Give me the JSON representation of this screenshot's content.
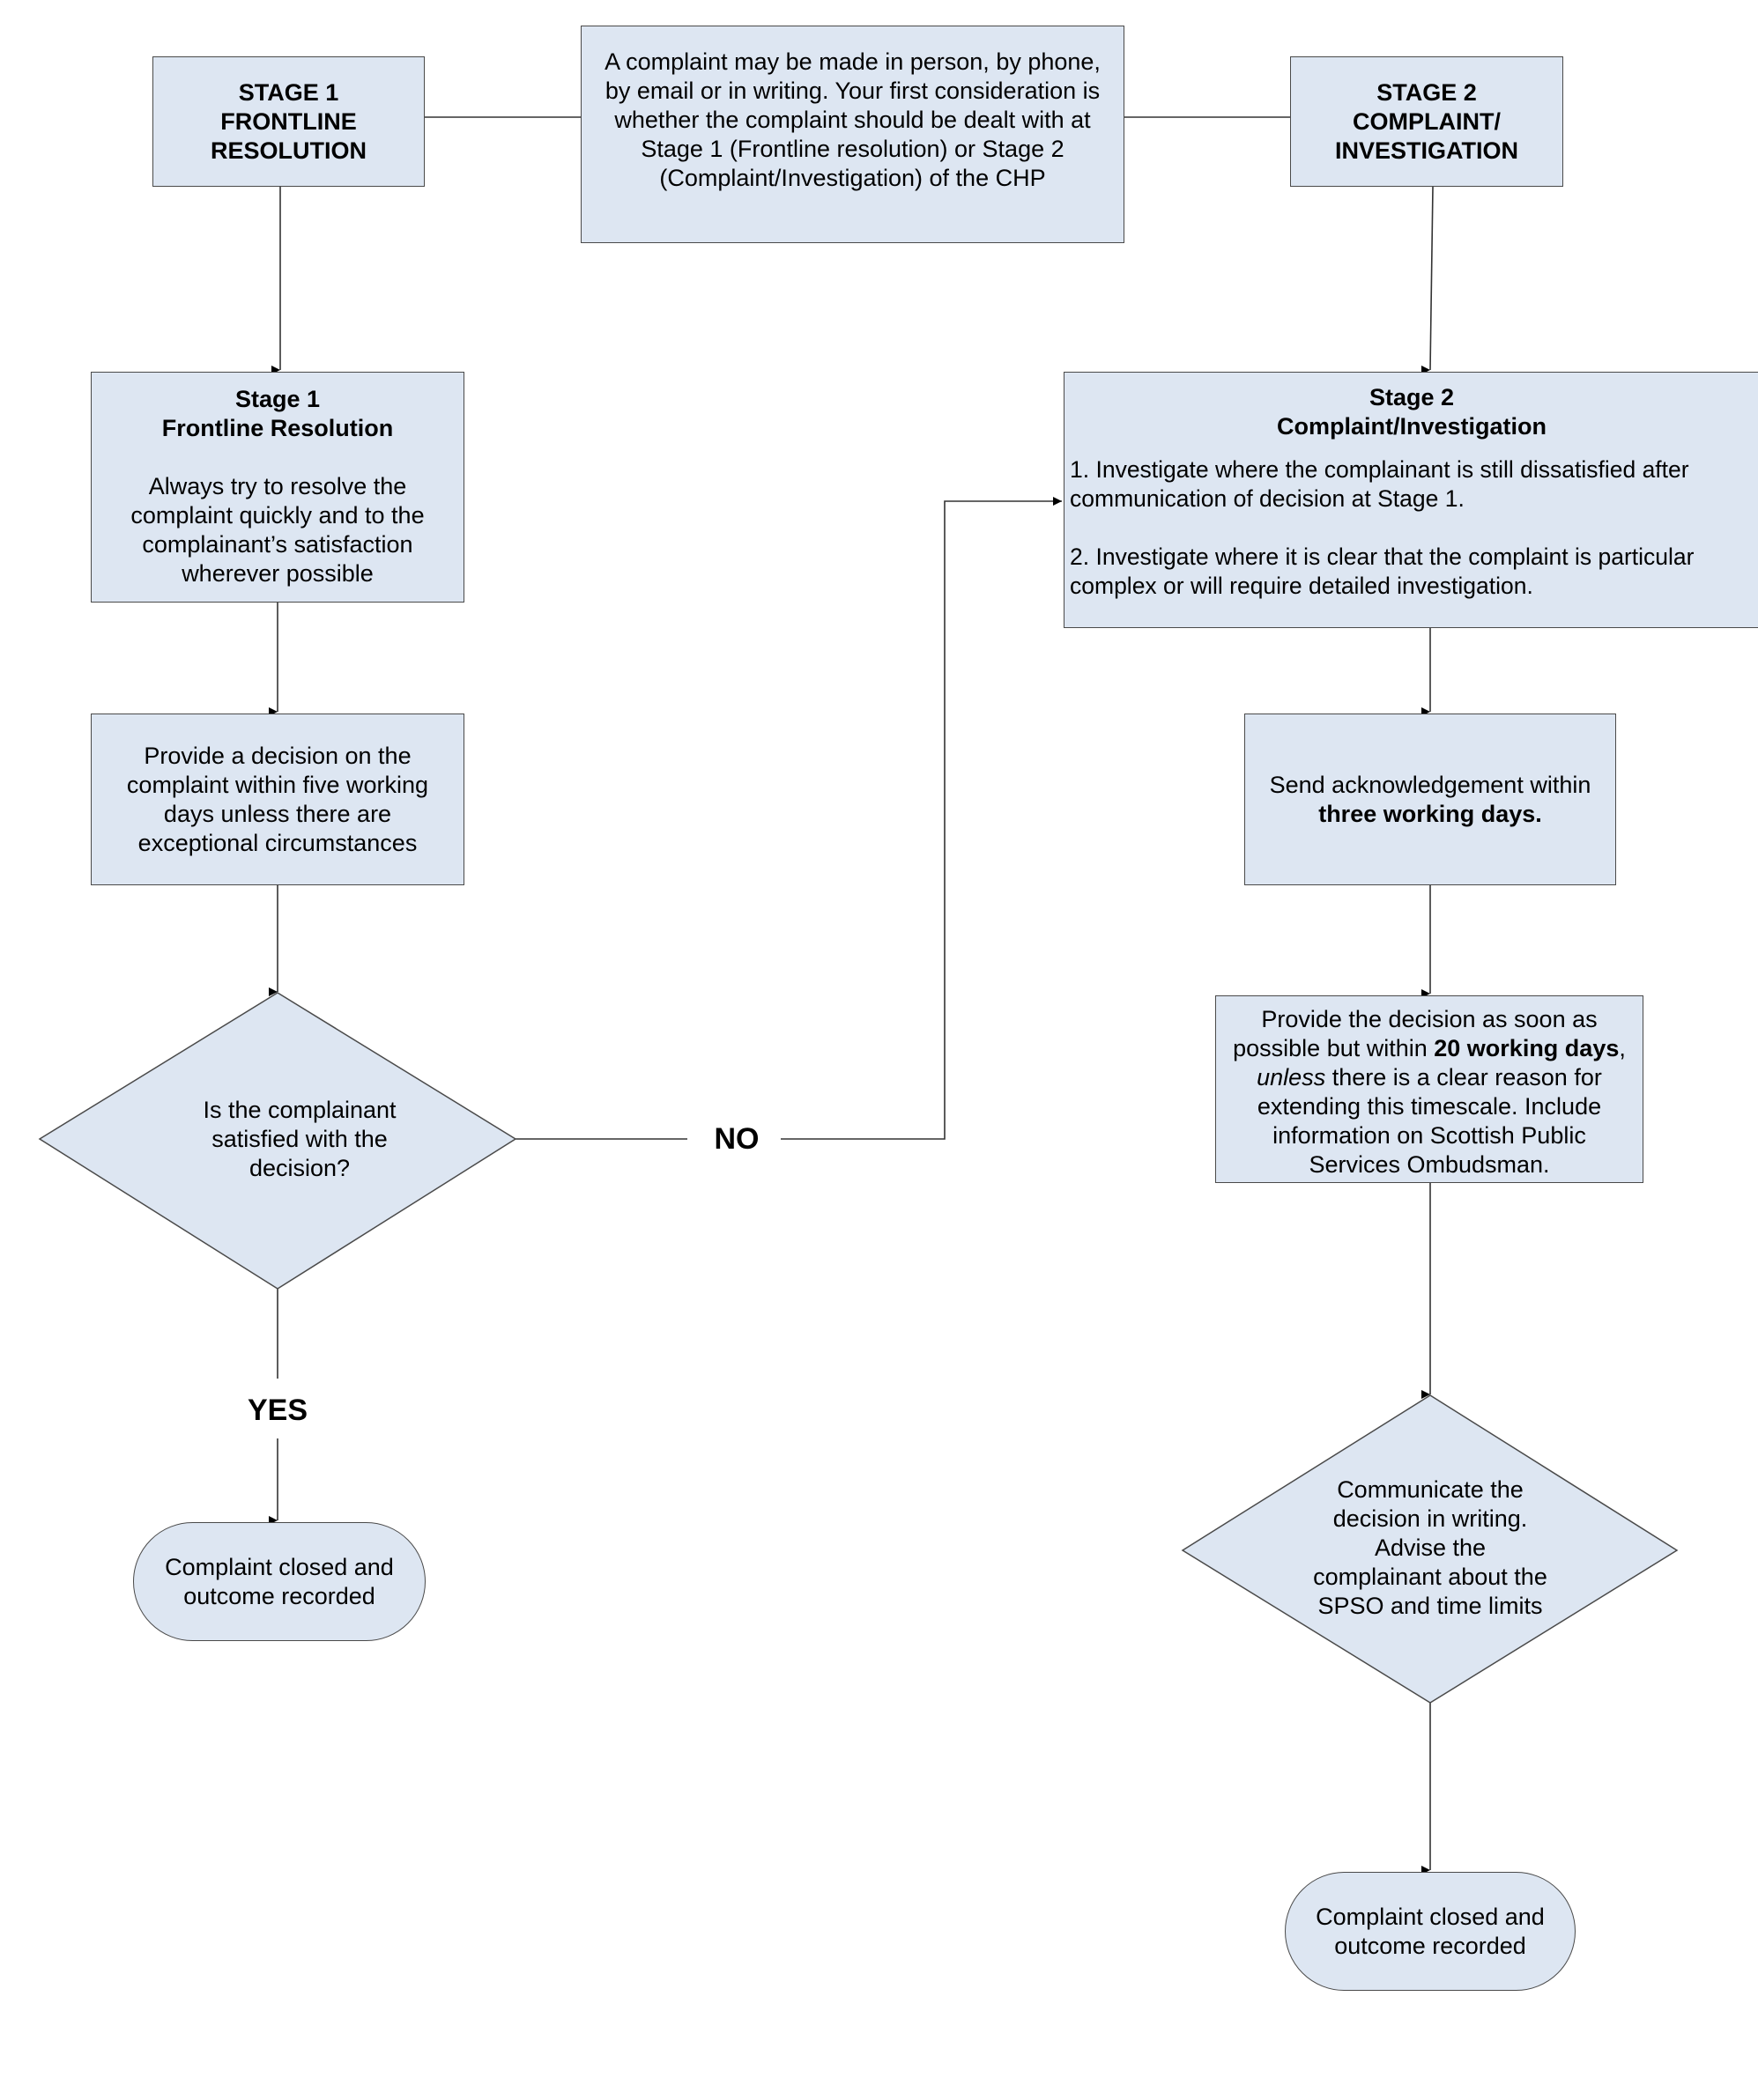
{
  "stage1_header": {
    "line1": "STAGE 1",
    "line2": "FRONTLINE",
    "line3": "RESOLUTION"
  },
  "intro": {
    "text": "A complaint may be made in person, by phone, by email or in writing. Your first consideration is whether the complaint should be dealt with at Stage 1 (Frontline resolution) or Stage 2 (Complaint/Investigation) of the CHP"
  },
  "stage2_header": {
    "line1": "STAGE 2",
    "line2": "COMPLAINT/",
    "line3": "INVESTIGATION"
  },
  "stage1_box": {
    "title1": "Stage 1",
    "title2": "Frontline Resolution",
    "body": "Always try to resolve the complaint quickly and to the complainant’s satisfaction wherever possible"
  },
  "stage1_decision": {
    "text": "Provide a decision on the complaint within five working days unless there are exceptional circumstances"
  },
  "satisfied_question": {
    "text": "Is the complainant satisfied with the decision?"
  },
  "labels": {
    "no": "NO",
    "yes": "YES"
  },
  "stage1_closed": {
    "text": "Complaint closed and outcome recorded"
  },
  "stage2_box": {
    "title1": "Stage 2",
    "title2": "Complaint/Investigation",
    "point1": "1. Investigate where the complainant is still dissatisfied after communication of decision at Stage 1.",
    "point2": "2. Investigate where it is clear that the complaint is particular complex or will require detailed investigation."
  },
  "acknowledge": {
    "text": "Send acknowledgement within",
    "bold": "three working days."
  },
  "stage2_decision": {
    "part1": "Provide the decision as soon as possible but within ",
    "bold1": "20 working days",
    "part2": ", ",
    "italic1": "unless",
    "part3": " there is a clear reason for extending this timescale. Include information on Scottish Public Services Ombudsman."
  },
  "communicate": {
    "text": "Communicate the decision in writing. Advise the complainant about the SPSO and time limits"
  },
  "stage2_closed": {
    "text": "Complaint closed and outcome recorded"
  },
  "colors": {
    "box_fill": "#dde6f2",
    "stroke": "#4a4a4a"
  }
}
